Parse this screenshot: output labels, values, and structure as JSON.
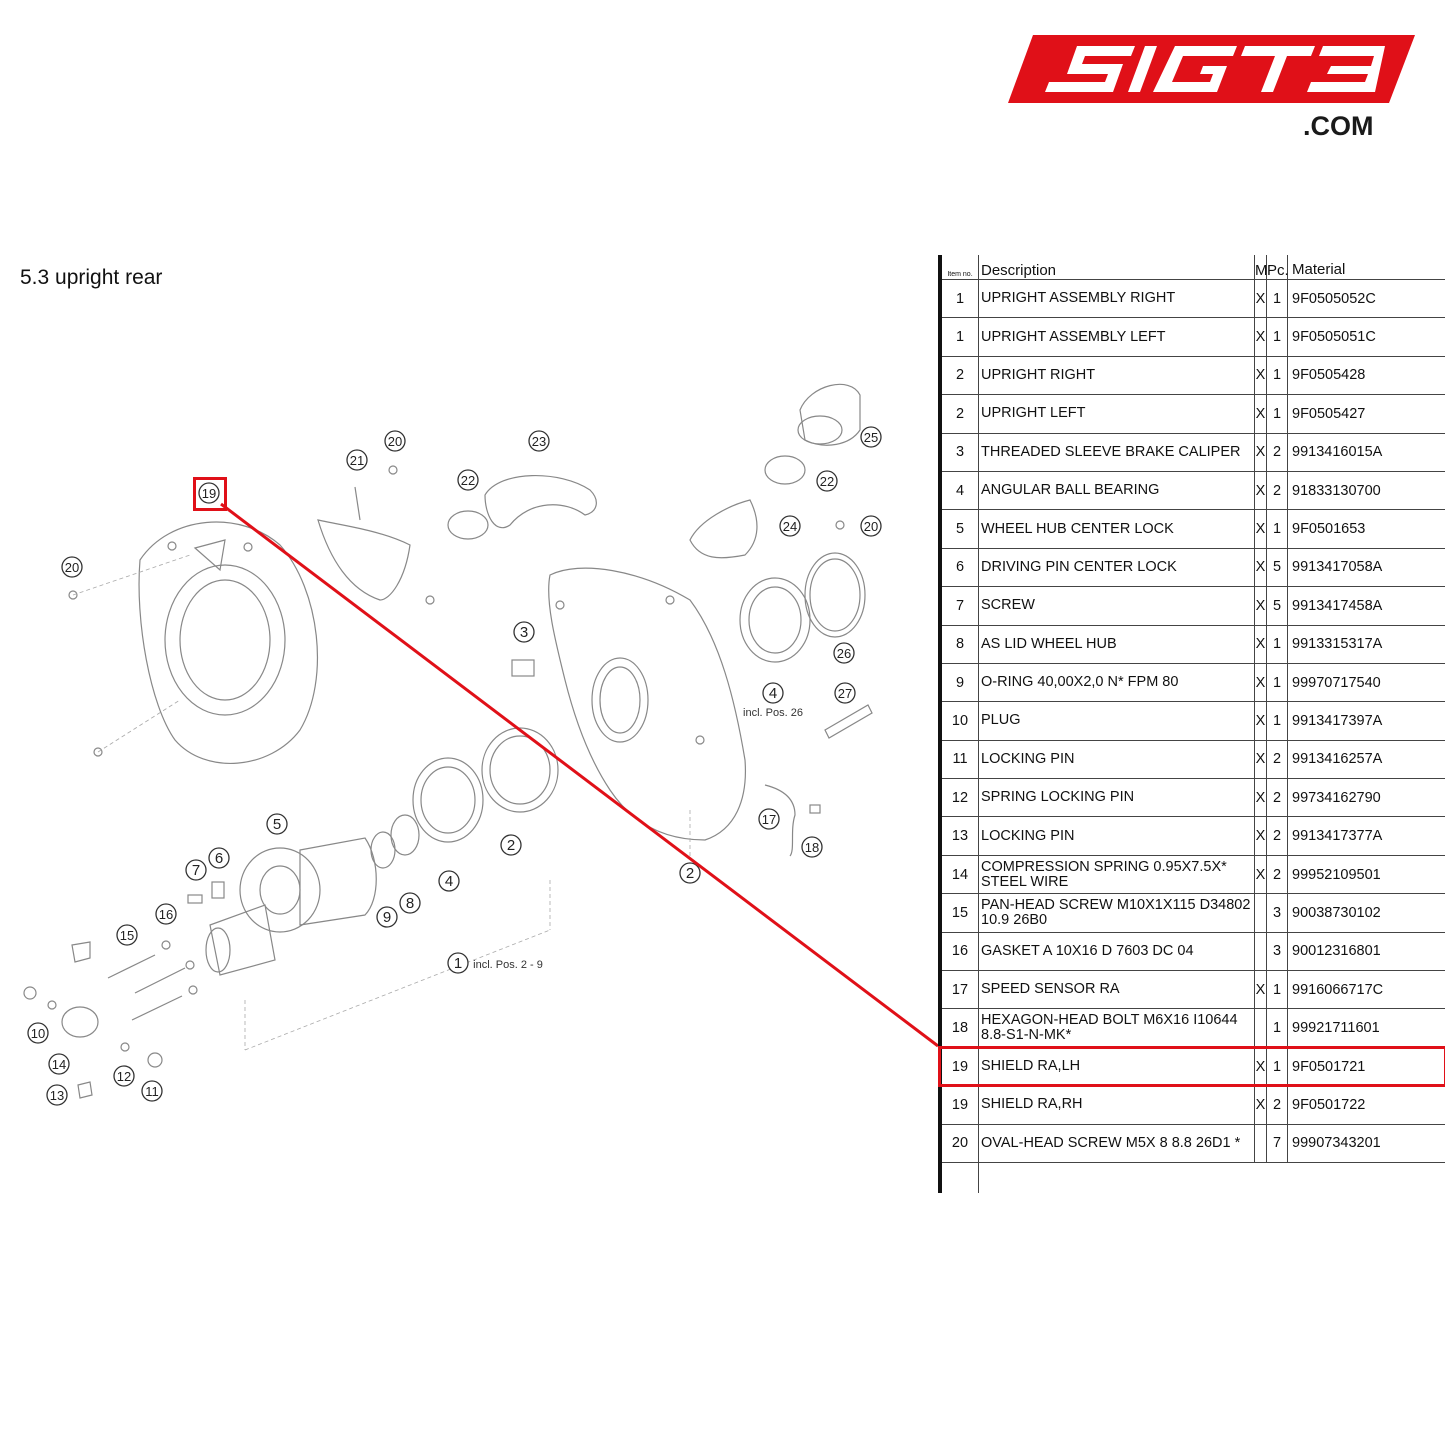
{
  "brand": {
    "logo_text": "SIGT3",
    "domain_suffix": ".COM",
    "accent_color": "#e01018"
  },
  "section_title": "5.3  upright rear",
  "diagram": {
    "callouts": [
      "1",
      "2",
      "2",
      "3",
      "4",
      "4",
      "5",
      "6",
      "7",
      "8",
      "9",
      "10",
      "11",
      "12",
      "13",
      "14",
      "15",
      "16",
      "17",
      "18",
      "19",
      "20",
      "20",
      "20",
      "21",
      "22",
      "22",
      "23",
      "24",
      "25",
      "26",
      "27"
    ],
    "notes": {
      "incl_26": "incl. Pos. 26",
      "incl_2_9": "incl. Pos. 2 - 9"
    },
    "highlighted_callout": "19"
  },
  "table": {
    "headers": {
      "item": "Item no.",
      "description": "Description",
      "m": "M",
      "pc": "Pc.",
      "material": "Material"
    },
    "rows": [
      {
        "item": "1",
        "description": "UPRIGHT ASSEMBLY RIGHT",
        "m": "X",
        "pc": "1",
        "material": "9F0505052C"
      },
      {
        "item": "1",
        "description": "UPRIGHT ASSEMBLY LEFT",
        "m": "X",
        "pc": "1",
        "material": "9F0505051C"
      },
      {
        "item": "2",
        "description": "UPRIGHT RIGHT",
        "m": "X",
        "pc": "1",
        "material": "9F0505428"
      },
      {
        "item": "2",
        "description": "UPRIGHT LEFT",
        "m": "X",
        "pc": "1",
        "material": "9F0505427"
      },
      {
        "item": "3",
        "description": "THREADED SLEEVE BRAKE CALIPER",
        "m": "X",
        "pc": "2",
        "material": "9913416015A"
      },
      {
        "item": "4",
        "description": "ANGULAR BALL BEARING",
        "m": "X",
        "pc": "2",
        "material": "91833130700"
      },
      {
        "item": "5",
        "description": "WHEEL HUB CENTER LOCK",
        "m": "X",
        "pc": "1",
        "material": "9F0501653"
      },
      {
        "item": "6",
        "description": "DRIVING PIN CENTER LOCK",
        "m": "X",
        "pc": "5",
        "material": "9913417058A"
      },
      {
        "item": "7",
        "description": "SCREW",
        "m": "X",
        "pc": "5",
        "material": "9913417458A"
      },
      {
        "item": "8",
        "description": "AS LID WHEEL HUB",
        "m": "X",
        "pc": "1",
        "material": "9913315317A"
      },
      {
        "item": "9",
        "description": "O-RING 40,00X2,0 N* FPM 80",
        "m": "X",
        "pc": "1",
        "material": "99970717540"
      },
      {
        "item": "10",
        "description": "PLUG",
        "m": "X",
        "pc": "1",
        "material": "9913417397A"
      },
      {
        "item": "11",
        "description": "LOCKING PIN",
        "m": "X",
        "pc": "2",
        "material": "9913416257A"
      },
      {
        "item": "12",
        "description": "SPRING LOCKING PIN",
        "m": "X",
        "pc": "2",
        "material": "99734162790"
      },
      {
        "item": "13",
        "description": "LOCKING PIN",
        "m": "X",
        "pc": "2",
        "material": "9913417377A"
      },
      {
        "item": "14",
        "description": "COMPRESSION SPRING 0.95X7.5X* STEEL WIRE",
        "m": "X",
        "pc": "2",
        "material": "99952109501"
      },
      {
        "item": "15",
        "description": "PAN-HEAD SCREW M10X1X115 D34802 10.9 26B0",
        "m": "",
        "pc": "3",
        "material": "90038730102"
      },
      {
        "item": "16",
        "description": "GASKET A 10X16 D 7603 DC 04",
        "m": "",
        "pc": "3",
        "material": "90012316801"
      },
      {
        "item": "17",
        "description": "SPEED SENSOR RA",
        "m": "X",
        "pc": "1",
        "material": "9916066717C"
      },
      {
        "item": "18",
        "description": "HEXAGON-HEAD BOLT M6X16 I10644 8.8-S1-N-MK*",
        "m": "",
        "pc": "1",
        "material": "99921711601"
      },
      {
        "item": "19",
        "description": "SHIELD RA,LH",
        "m": "X",
        "pc": "1",
        "material": "9F0501721",
        "highlighted": true
      },
      {
        "item": "19",
        "description": "SHIELD RA,RH",
        "m": "X",
        "pc": "2",
        "material": "9F0501722"
      },
      {
        "item": "20",
        "description": "OVAL-HEAD SCREW M5X 8 8.8 26D1 *",
        "m": "",
        "pc": "7",
        "material": "99907343201"
      }
    ]
  }
}
